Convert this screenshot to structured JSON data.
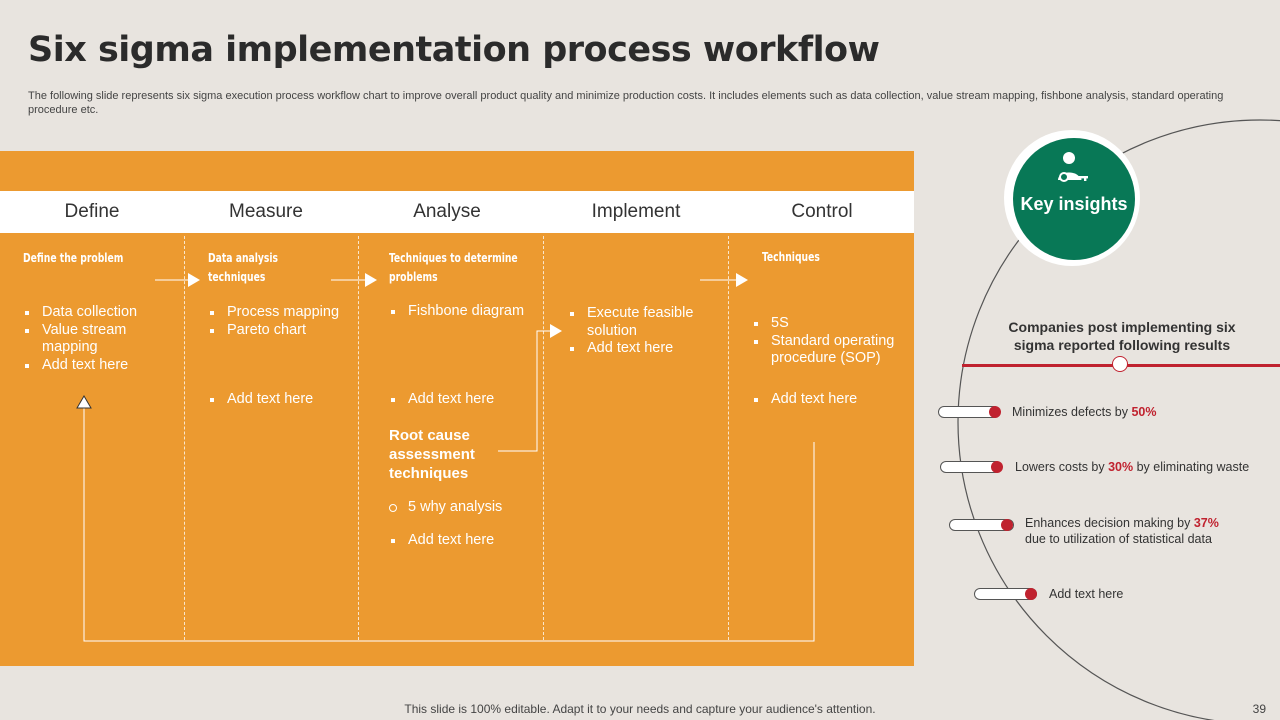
{
  "title": "Six sigma implementation process workflow",
  "subtitle": "The following slide represents six sigma execution process workflow chart to improve overall product quality and minimize production costs. It includes elements such as data collection, value stream mapping, fishbone analysis, standard operating procedure etc.",
  "columns": {
    "define": {
      "header": "Define",
      "subheading": "Define the problem",
      "items": [
        "Data collection",
        "Value stream mapping",
        "Add text here"
      ]
    },
    "measure": {
      "header": "Measure",
      "subheading": "Data analysis techniques",
      "items": [
        "Process mapping",
        "Pareto chart"
      ],
      "extra": "Add text here"
    },
    "analyse": {
      "header": "Analyse",
      "subheading": "Techniques to determine problems",
      "items": [
        "Fishbone diagram"
      ],
      "extra": "Add text here",
      "root_cause_title": "Root cause assessment techniques",
      "root_cause_items": [
        "5 why analysis"
      ],
      "root_cause_extra": "Add text here"
    },
    "implement": {
      "header": "Implement",
      "items": [
        "Execute feasible solution",
        "Add text here"
      ]
    },
    "control": {
      "header": "Control",
      "subheading": "Techniques",
      "items": [
        "5S",
        "Standard operating procedure (SOP)"
      ],
      "extra": "Add text here"
    }
  },
  "key_insights": {
    "label": "Key insights",
    "heading": "Companies post implementing six sigma reported following results",
    "items": [
      {
        "pre": "Minimizes defects by ",
        "value": "50%",
        "post": ""
      },
      {
        "pre": "Lowers costs by ",
        "value": "30%",
        "post": " by eliminating waste"
      },
      {
        "pre": "Enhances decision making by ",
        "value": "37%",
        "post": "due to utilization of statistical data"
      },
      {
        "pre": "Add text here",
        "value": "",
        "post": ""
      }
    ]
  },
  "colors": {
    "panel": "#ec9a30",
    "accent_green": "#087856",
    "accent_red": "#c0222f",
    "background": "#e8e4df"
  },
  "footer": "This slide is 100% editable. Adapt it to your needs and capture your audience's attention.",
  "page_number": "39"
}
